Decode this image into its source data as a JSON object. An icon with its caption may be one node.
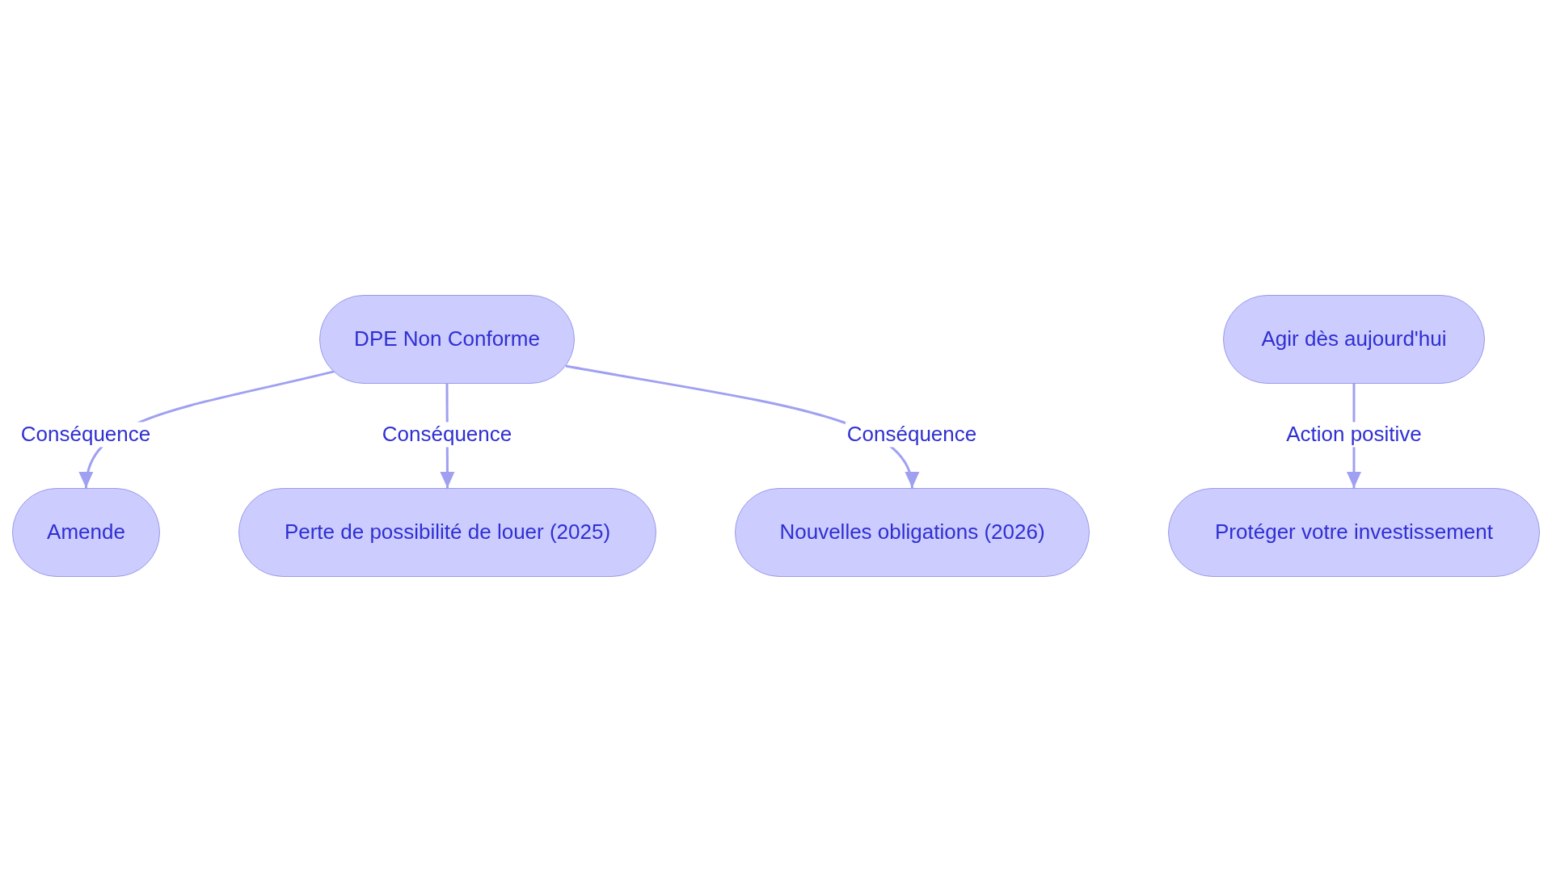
{
  "diagram": {
    "nodes": [
      {
        "text": [
          "DPE Non Conforme"
        ]
      },
      {
        "text": [
          "Agir dès aujourd'hui"
        ]
      },
      {
        "text": [
          "Amende"
        ]
      },
      {
        "text": [
          "Perte de possibilité de louer (2025)"
        ]
      },
      {
        "text": [
          "Nouvelles obligations (2026)"
        ]
      },
      {
        "text": [
          "Protéger votre investissement"
        ]
      }
    ],
    "edges": [
      {
        "from": 0,
        "to": 2,
        "arrow": "to",
        "label": "Conséquence"
      },
      {
        "from": 0,
        "to": 3,
        "arrow": "to",
        "label": "Conséquence"
      },
      {
        "from": 0,
        "to": 4,
        "arrow": "to",
        "label": "Conséquence"
      },
      {
        "from": 1,
        "to": 5,
        "arrow": "to",
        "label": "Action positive"
      }
    ]
  }
}
